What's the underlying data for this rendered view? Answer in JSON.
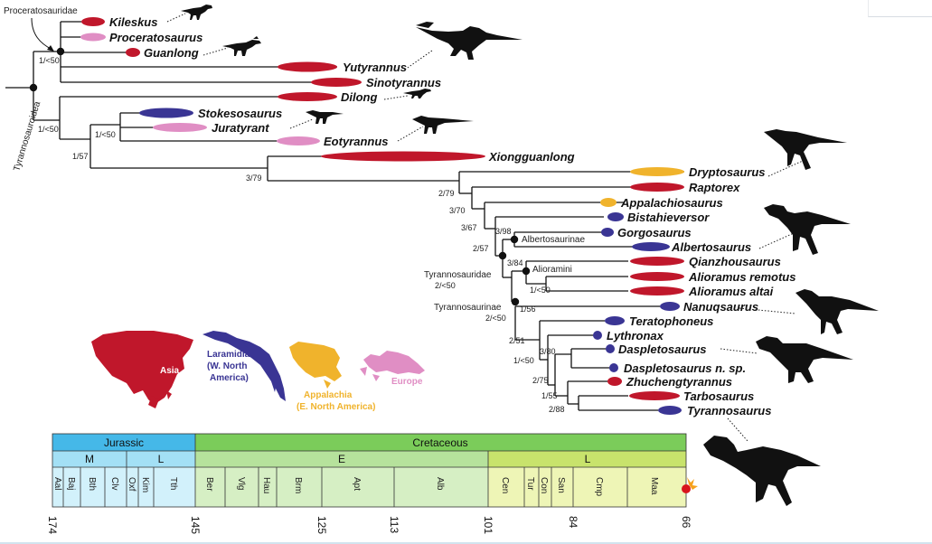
{
  "colors": {
    "asia": "#c0172b",
    "laramidia": "#3a3594",
    "appalachia": "#f0b32c",
    "europe": "#e08ec4",
    "jurassic": "#45b8e8",
    "jurassic_light": "#a3e0f5",
    "jurassic_pale": "#d2f1fb",
    "cretaceous": "#7bcc5a",
    "early_k": "#b6e29c",
    "early_k_pale": "#d6efc4",
    "late_k": "#c8e36c",
    "late_k_pale": "#eef5b6"
  },
  "taxa": [
    {
      "name": "Kileskus",
      "region": "asia"
    },
    {
      "name": "Proceratosaurus",
      "region": "europe"
    },
    {
      "name": "Guanlong",
      "region": "asia"
    },
    {
      "name": "Yutyrannus",
      "region": "asia"
    },
    {
      "name": "Sinotyrannus",
      "region": "asia"
    },
    {
      "name": "Dilong",
      "region": "asia"
    },
    {
      "name": "Stokesosaurus",
      "region": "laramidia"
    },
    {
      "name": "Juratyrant",
      "region": "europe"
    },
    {
      "name": "Eotyrannus",
      "region": "europe"
    },
    {
      "name": "Xiongguanlong",
      "region": "asia"
    },
    {
      "name": "Dryptosaurus",
      "region": "appalachia"
    },
    {
      "name": "Raptorex",
      "region": "asia"
    },
    {
      "name": "Appalachiosaurus",
      "region": "appalachia"
    },
    {
      "name": "Bistahieversor",
      "region": "laramidia"
    },
    {
      "name": "Gorgosaurus",
      "region": "laramidia"
    },
    {
      "name": "Albertosaurus",
      "region": "laramidia"
    },
    {
      "name": "Qianzhousaurus",
      "region": "asia"
    },
    {
      "name": "Alioramus remotus",
      "region": "asia"
    },
    {
      "name": "Alioramus altai",
      "region": "asia"
    },
    {
      "name": "Nanuqsaurus",
      "region": "laramidia"
    },
    {
      "name": "Teratophoneus",
      "region": "laramidia"
    },
    {
      "name": "Lythronax",
      "region": "laramidia"
    },
    {
      "name": "Daspletosaurus",
      "region": "laramidia"
    },
    {
      "name": "Daspletosaurus n. sp.",
      "region": "laramidia"
    },
    {
      "name": "Zhuchengtyrannus",
      "region": "asia"
    },
    {
      "name": "Tarbosaurus",
      "region": "asia"
    },
    {
      "name": "Tyrannosaurus",
      "region": "laramidia"
    }
  ],
  "clade_labels": {
    "proceratosauridae": "Proceratosauridae",
    "tyrannosauroidea": "Tyrannosauroidea",
    "albertosaurinae": "Albertosaurinae",
    "alioramini": "Alioramini",
    "tyrannosauridae": "Tyrannosauridae",
    "tyrannosaurinae": "Tyrannosaurinae"
  },
  "support_values": {
    "s1": "1/<50",
    "s2": "1/<50",
    "s3": "1/<50",
    "s4": "1/57",
    "s5": "3/79",
    "s6": "2/79",
    "s7": "3/70",
    "s8": "3/67",
    "s9": "3/98",
    "s10": "2/57",
    "s11": "3/84",
    "s12": "1/<50",
    "s13": "2/<50",
    "s14": "2/<50",
    "s15": "1/56",
    "s16": "2/51",
    "s17": "3/80",
    "s18": "1/<50",
    "s19": "2/75",
    "s20": "1/55",
    "s21": "2/88"
  },
  "regions": {
    "asia": "Asia",
    "laramidia_1": "Laramidia",
    "laramidia_2": "(W. North",
    "laramidia_3": "America)",
    "appalachia_1": "Appalachia",
    "appalachia_2": "(E. North America)",
    "europe": "Europe"
  },
  "timescale": {
    "periods": [
      "Jurassic",
      "Cretaceous"
    ],
    "epochs": [
      "M",
      "L",
      "E",
      "L"
    ],
    "stages": [
      "Aal",
      "Baj",
      "Bth",
      "Clv",
      "Oxf",
      "Kim",
      "Tth",
      "Ber",
      "Vlg",
      "Hau",
      "Brm",
      "Apt",
      "Alb",
      "Cen",
      "Tur",
      "Con",
      "San",
      "Cmp",
      "Maa"
    ],
    "ticks": [
      "174",
      "145",
      "125",
      "113",
      "101",
      "84",
      "66"
    ]
  }
}
